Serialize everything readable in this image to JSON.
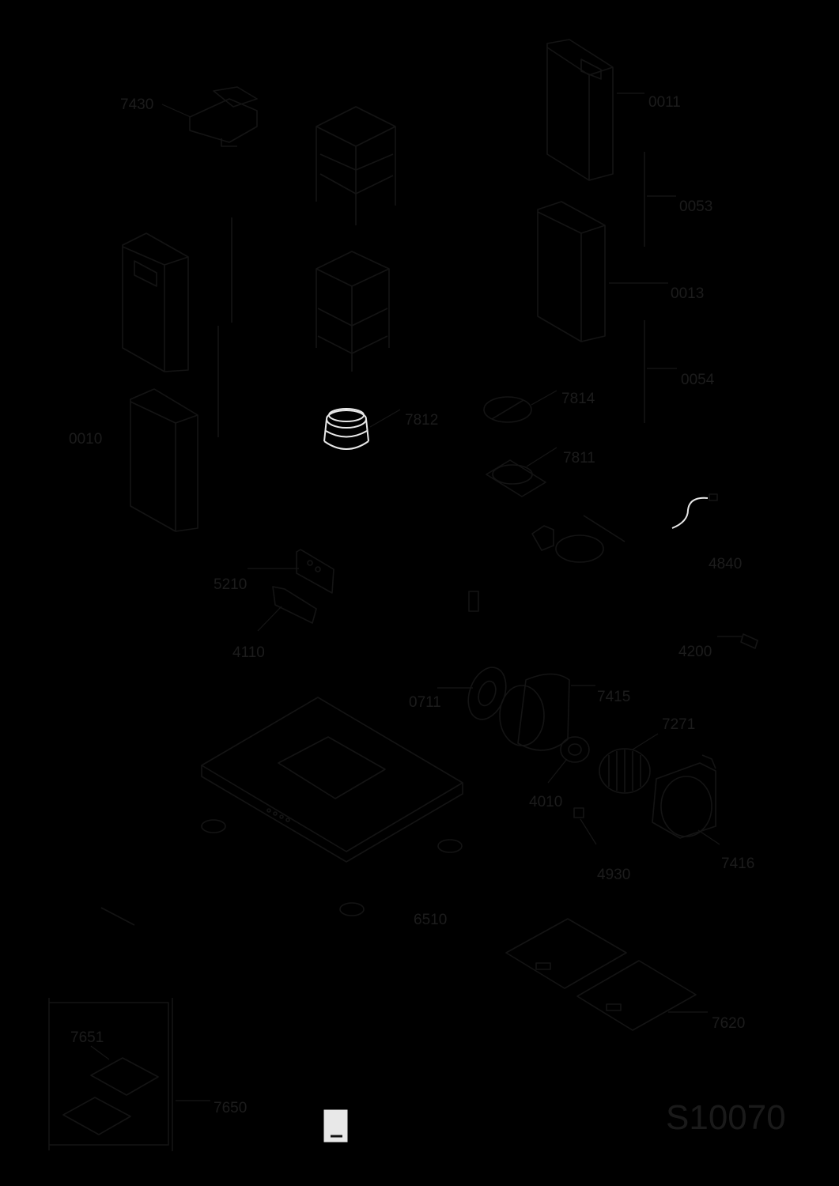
{
  "diagram": {
    "code": "S10070",
    "labels": {
      "p7430": "7430",
      "p0011": "0011",
      "p0053": "0053",
      "p0013": "0013",
      "p0054": "0054",
      "p0010": "0010",
      "p7814": "7814",
      "p7812": "7812",
      "p7811": "7811",
      "p4840": "4840",
      "p5210": "5210",
      "p4110": "4110",
      "p4200": "4200",
      "p0711": "0711",
      "p7415": "7415",
      "p7271": "7271",
      "p4010": "4010",
      "p4930": "4930",
      "p7416": "7416",
      "p6510": "6510",
      "p7620": "7620",
      "p7651": "7651",
      "p7650": "7650"
    },
    "colors": {
      "background": "#000000",
      "line": "#141414",
      "highlight": "#e8e8e8"
    }
  }
}
